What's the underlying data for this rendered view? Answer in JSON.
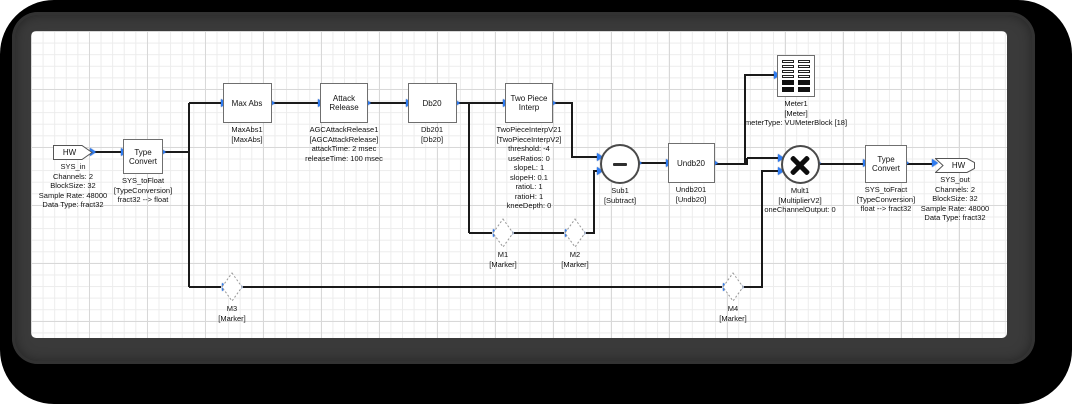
{
  "colors": {
    "pin_blue": "#2e7bf0",
    "wire": "#1a1a1a",
    "frame_gray": "#3a3a3a",
    "outer_black": "#000000",
    "grid_minor": "#ececec",
    "grid_major": "#d8d8d8"
  },
  "icons": {
    "sub1": "minus-icon",
    "mult1": "multiply-icon",
    "meter1": "vu-meter-icon",
    "pins": "pin-arrow-icon"
  },
  "blocks": {
    "sys_in": {
      "label": "HW",
      "captions": [
        "SYS_in",
        "Channels: 2",
        "BlockSize: 32",
        "Sample Rate: 48000",
        "Data Type: fract32"
      ]
    },
    "sys_to_float": {
      "label": "Type\nConvert",
      "captions": [
        "SYS_toFloat",
        "[TypeConversion]",
        "fract32 --> float"
      ]
    },
    "max_abs1": {
      "label": "Max Abs",
      "captions": [
        "MaxAbs1",
        "[MaxAbs]"
      ]
    },
    "attack_release": {
      "label": "Attack\nRelease",
      "captions": [
        "AGCAttackRelease1",
        "[AGCAttackRelease]",
        "attackTime: 2 msec",
        "releaseTime: 100 msec"
      ]
    },
    "db20": {
      "label": "Db20",
      "captions": [
        "Db201",
        "[Db20]"
      ]
    },
    "two_piece": {
      "label": "Two Piece\nInterp",
      "captions": [
        "TwoPieceInterpV21",
        "[TwoPieceInterpV2]",
        "threshold: -4",
        "useRatios: 0",
        "slopeL: 1",
        "slopeH: 0.1",
        "ratioL: 1",
        "ratioH: 1",
        "kneeDepth: 0"
      ]
    },
    "sub1": {
      "captions": [
        "Sub1",
        "[Subtract]"
      ]
    },
    "undb20": {
      "label": "Undb20",
      "captions": [
        "Undb201",
        "[Undb20]"
      ]
    },
    "mult1": {
      "captions": [
        "Mult1",
        "[MultiplierV2]",
        "oneChannelOutput: 0"
      ]
    },
    "sys_to_fract": {
      "label": "Type\nConvert",
      "captions": [
        "SYS_toFract",
        "[TypeConversion]",
        "float --> fract32"
      ]
    },
    "sys_out": {
      "label": "HW",
      "captions": [
        "SYS_out",
        "Channels: 2",
        "BlockSize: 32",
        "Sample Rate: 48000",
        "Data Type: fract32"
      ]
    },
    "meter1": {
      "captions": [
        "Meter1",
        "[Meter]",
        "meterType: VUMeterBlock [18]"
      ]
    },
    "m1": {
      "captions": [
        "M1",
        "[Marker]"
      ]
    },
    "m2": {
      "captions": [
        "M2",
        "[Marker]"
      ]
    },
    "m3": {
      "captions": [
        "M3",
        "[Marker]"
      ]
    },
    "m4": {
      "captions": [
        "M4",
        "[Marker]"
      ]
    }
  }
}
